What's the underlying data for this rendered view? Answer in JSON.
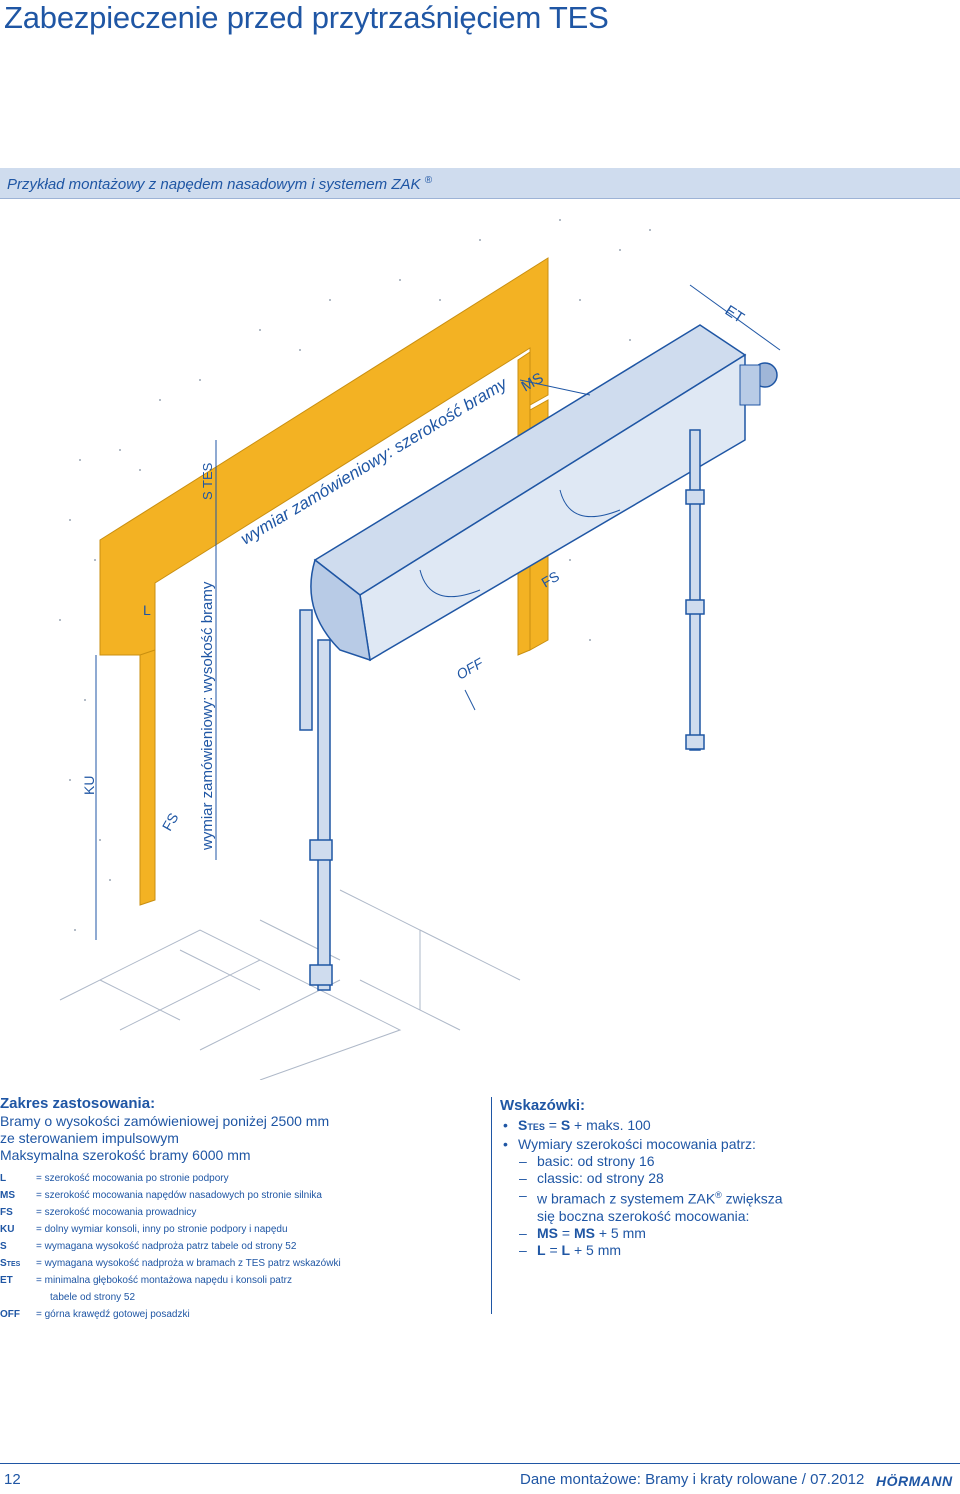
{
  "title": "Zabezpieczenie przed przytrzaśnięciem TES",
  "subtitle": {
    "text": "Przykład montażowy z napędem nasadowym i systemem ZAK",
    "reg": "®"
  },
  "diagram_labels": {
    "et": "ET",
    "ms": "MS",
    "s_tes": "S TES",
    "width_label": "wymiar zamówieniowy: szerokość bramy",
    "height_label": "wymiar zamówieniowy: wysokość bramy",
    "l": "L",
    "fs_left": "FS",
    "fs_right": "FS",
    "ku": "KU",
    "off": "OFF"
  },
  "application": {
    "heading": "Zakres zastosowania:",
    "line1": "Bramy o wysokości zamówieniowej poniżej 2500 mm",
    "line2": "ze sterowaniem impulsowym",
    "line3": "Maksymalna szerokość bramy 6000 mm"
  },
  "legend": [
    {
      "key": "L",
      "value": "= szerokość mocowania po stronie podpory"
    },
    {
      "key": "MS",
      "value": "= szerokość mocowania napędów nasadowych po stronie silnika"
    },
    {
      "key": "FS",
      "value": "= szerokość mocowania prowadnicy"
    },
    {
      "key": "KU",
      "value": "= dolny wymiar konsoli, inny po stronie podpory i napędu"
    },
    {
      "key": "S",
      "value": "= wymagana wysokość nadproża patrz tabele od strony 52"
    },
    {
      "key": "S",
      "key_sub": "TES",
      "value": "= wymagana wysokość nadproża w bramach z TES patrz wskazówki"
    },
    {
      "key": "ET",
      "value": "= minimalna głębokość montażowa napędu i konsoli patrz"
    },
    {
      "key": "",
      "value": "tabele od strony 52"
    },
    {
      "key": "OFF",
      "value": "= górna krawędź gotowej posadzki"
    }
  ],
  "hints": {
    "heading": "Wskazówki:",
    "b1_s": "S",
    "b1_sub": "TES",
    "b1_eq": " = ",
    "b1_s2": "S",
    "b1_rest": " + maks. 100",
    "b2": "Wymiary szerokości mocowania patrz:",
    "d1": "basic: od strony 16",
    "d2": "classic: od strony 28",
    "d3a": "w bramach z systemem ZAK",
    "d3reg": "®",
    "d3b": " zwiększa",
    "d3c": "się boczna szerokość mocowania:",
    "d4a": "MS",
    "d4b": " = ",
    "d4c": "MS",
    "d4d": " + 5 mm",
    "d5a": "L",
    "d5b": " = ",
    "d5c": "L",
    "d5d": " + 5 mm"
  },
  "footer": {
    "page": "12",
    "text": "Dane montażowe: Bramy i kraty rolowane / 07.2012",
    "logo": "HÖRMANN"
  },
  "colors": {
    "brand_blue": "#1f56a4",
    "wall_yellow": "#f3b223",
    "band": "#cfdcee"
  }
}
